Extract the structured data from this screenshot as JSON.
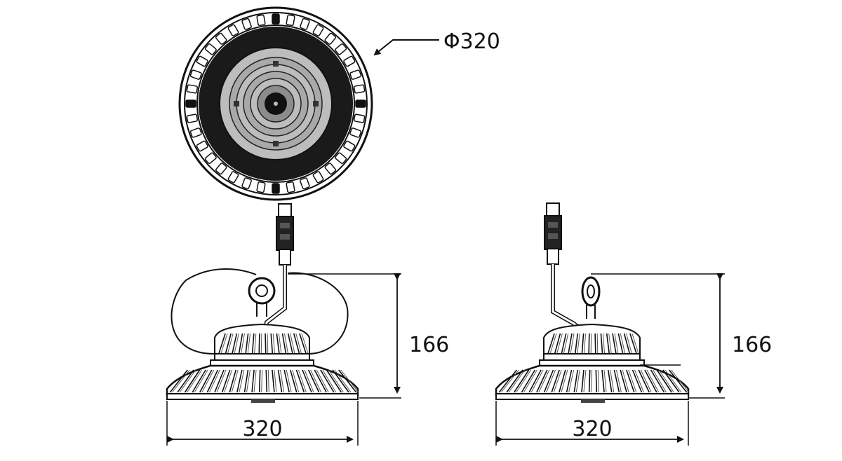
{
  "top_view": {
    "diameter_label": "Φ320"
  },
  "front_view": {
    "height_label": "166",
    "width_label": "320"
  },
  "side_view": {
    "height_label": "166",
    "width_label": "320"
  },
  "colors": {
    "line": "#111111",
    "dark_fill": "#1a1a1a",
    "mid_fill": "#8c8c8c",
    "light_fill": "#bdbdbd"
  }
}
